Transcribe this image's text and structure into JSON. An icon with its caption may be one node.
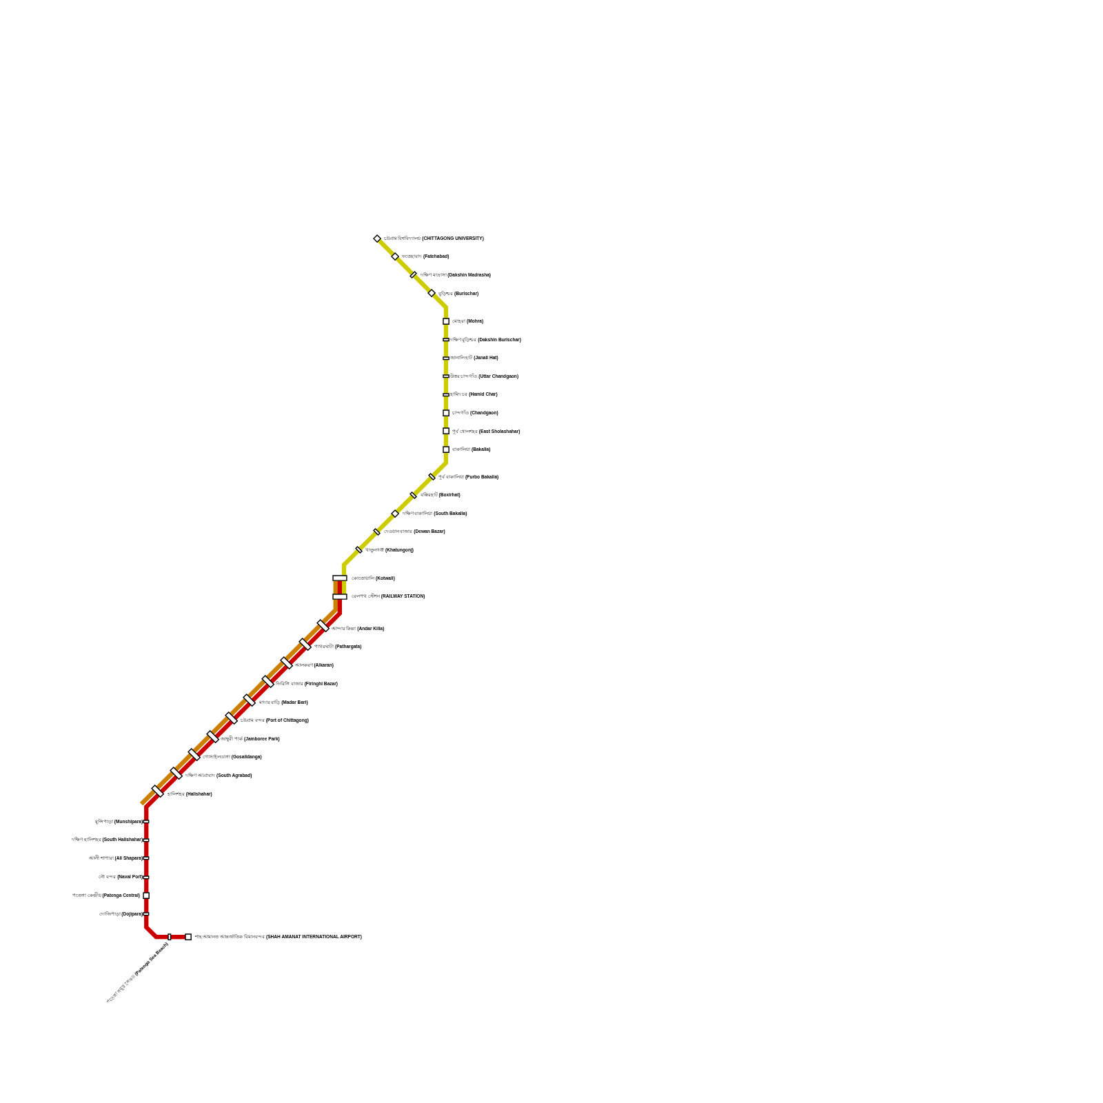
{
  "diagram": {
    "nodes": [
      {
        "text": [],
        "shape": "diamond",
        "beside": [
          "চট্টগ্রাম বিশ্ববিদ্যালয় **(CHITTAGONG UNIVERSITY)**"
        ]
      },
      {
        "text": [],
        "shape": "diamond",
        "beside": [
          "ফতেহাবাদ **(Fatehabad)**"
        ]
      },
      {
        "text": [],
        "shape": "bar",
        "beside": [
          "দক্ষিণ মাদ্রাসা **(Dakshin Madrasha)**"
        ]
      },
      {
        "text": [],
        "shape": "diamond",
        "beside": [
          "বুড়িশ্চর **(Burischar)**"
        ]
      },
      {
        "text": [],
        "shape": "box",
        "beside": [
          "মোহরা **(Mohra)**"
        ]
      },
      {
        "text": [],
        "shape": "bar",
        "beside": [
          "দক্ষিণ বুড়িশ্চর **(Dakshin Burischar)**"
        ]
      },
      {
        "text": [],
        "shape": "bar",
        "beside": [
          "জানালি হাট **(Janali Hat)**"
        ]
      },
      {
        "text": [],
        "shape": "bar",
        "beside": [
          "উত্তর চান্দগাঁও **(Uttar Chandgaon)**"
        ]
      },
      {
        "text": [],
        "shape": "bar",
        "beside": [
          "হামিদ চর **(Hamid Char)**"
        ]
      },
      {
        "text": [],
        "shape": "box",
        "beside": [
          "চান্দগাঁও **(Chandgaon)**"
        ]
      },
      {
        "text": [],
        "shape": "box",
        "beside": [
          "পূর্ব ষোলশহর **(East Sholashahar)**"
        ]
      },
      {
        "text": [],
        "shape": "box",
        "beside": [
          "বাকালিয়া **(Bakalia)**"
        ]
      },
      {
        "text": [],
        "shape": "bar",
        "beside": [
          "পূর্ব বাকালিয়া **(Purbo Bakalia)**"
        ]
      },
      {
        "text": [],
        "shape": "bar",
        "beside": [
          "বক্সিরহাট **(Boxirhat)**"
        ]
      },
      {
        "text": [],
        "shape": "diamond",
        "beside": [
          "দক্ষিণ বাকালিয়া **(South Bakalia)**"
        ]
      },
      {
        "text": [],
        "shape": "bar",
        "beside": [
          "দেওয়ান বাজার **(Dewan Bazar)**"
        ]
      },
      {
        "text": [],
        "shape": "bar",
        "beside": [
          "খাতুনগঞ্জ **(Khatungonj)**"
        ]
      },
      {
        "text": [],
        "shape": "bar",
        "beside": [
          "কোতোয়ালি **(Kotwali)**"
        ]
      },
      {
        "text": [],
        "shape": "bar",
        "beside": [
          "রেলপথ স্টেশন **(RAILWAY STATION)**"
        ]
      },
      {
        "text": [],
        "shape": "bar",
        "beside": [
          "আন্দার কিল্লা **(Andar Killa)**"
        ]
      },
      {
        "text": [],
        "shape": "bar",
        "beside": [
          "পাথরঘাটা **(Pathargata)**"
        ]
      },
      {
        "text": [],
        "shape": "bar",
        "beside": [
          "আলকরণ **(Alkaran)**"
        ]
      },
      {
        "text": [],
        "shape": "bar",
        "beside": [
          "ফিরিঙ্গি বাজার **(Firinghi Bazar)**"
        ]
      },
      {
        "text": [],
        "shape": "bar",
        "beside": [
          "মাদার বাড়ি **(Madar Bari)**"
        ]
      },
      {
        "text": [],
        "shape": "bar",
        "beside": [
          "চট্টগ্রাম বন্দর **(Port of Chittagong)**"
        ]
      },
      {
        "text": [],
        "shape": "bar",
        "beside": [
          "জাম্বুরী পার্ক **(Jamboree Park)**"
        ]
      },
      {
        "text": [],
        "shape": "bar",
        "beside": [
          "গোসাইলডাঙ্গা **(Gosaildanga)**"
        ]
      },
      {
        "text": [],
        "shape": "bar",
        "beside": [
          "দক্ষিণ আগ্রাবাদ **(South Agrabad)**"
        ]
      },
      {
        "text": [],
        "shape": "bar",
        "beside": [
          "হালিশহর **(Halishahar)**"
        ]
      },
      {
        "text": [],
        "shape": "bar",
        "beside": [
          "মুন্সিপাড়া **(Munshipara)**"
        ]
      },
      {
        "text": [],
        "shape": "bar",
        "beside": [
          "দক্ষিণ হালিশহর **(South Halishahar)**"
        ]
      },
      {
        "text": [],
        "shape": "bar",
        "beside": [
          "আলী শাপারা **(Ali Shapara)**"
        ]
      },
      {
        "text": [],
        "shape": "bar",
        "beside": [
          "নৌ বন্দর **(Naval Port)**"
        ]
      },
      {
        "text": [],
        "shape": "box",
        "beside": [
          "পতেঙ্গা কেন্দ্রীয় **(Patenga Central)**"
        ]
      },
      {
        "text": [],
        "shape": "bar",
        "beside": [
          "দোজিপাড়া **(Dojipara)**"
        ]
      },
      {
        "text": [],
        "shape": "bar",
        "beside": [
          "পতেঙ্গা সমুদ্র সৈকত **(Patenga Sea Beach)**"
        ]
      },
      {
        "text": [],
        "shape": "box",
        "beside": [
          "শাহ আমানত আন্তর্জাতিক বিমানবন্দর **(SHAH AMANAT INTERNATIONAL AIRPORT)**"
        ]
      }
    ],
    "edges": [
      {
        "from": 0,
        "to": 1,
        "arrow": "none",
        "color": "#cccc00"
      },
      {
        "from": 1,
        "to": 2,
        "arrow": "none",
        "color": "#cccc00"
      },
      {
        "from": 2,
        "to": 3,
        "arrow": "none",
        "color": "#cccc00"
      },
      {
        "from": 3,
        "to": 4,
        "arrow": "none",
        "color": "#cccc00"
      },
      {
        "from": 4,
        "to": 5,
        "arrow": "none",
        "color": "#cccc00"
      },
      {
        "from": 5,
        "to": 6,
        "arrow": "none",
        "color": "#cccc00"
      },
      {
        "from": 6,
        "to": 7,
        "arrow": "none",
        "color": "#cccc00"
      },
      {
        "from": 7,
        "to": 8,
        "arrow": "none",
        "color": "#cccc00"
      },
      {
        "from": 8,
        "to": 9,
        "arrow": "none",
        "color": "#cccc00"
      },
      {
        "from": 9,
        "to": 10,
        "arrow": "none",
        "color": "#cccc00"
      },
      {
        "from": 10,
        "to": 11,
        "arrow": "none",
        "color": "#cccc00"
      },
      {
        "from": 11,
        "to": 12,
        "arrow": "none",
        "color": "#cccc00"
      },
      {
        "from": 12,
        "to": 13,
        "arrow": "none",
        "color": "#cccc00"
      },
      {
        "from": 13,
        "to": 14,
        "arrow": "none",
        "color": "#cccc00"
      },
      {
        "from": 14,
        "to": 15,
        "arrow": "none",
        "color": "#cccc00"
      },
      {
        "from": 15,
        "to": 16,
        "arrow": "none",
        "color": "#cccc00"
      },
      {
        "from": 16,
        "to": 17,
        "arrow": "none",
        "color": "#cccc00"
      },
      {
        "from": 17,
        "to": 18,
        "arrow": "none",
        "color": "#cccc00"
      },
      {
        "from": 17,
        "to": 18,
        "arrow": "none",
        "color": "#cc8000"
      },
      {
        "from": 18,
        "to": 19,
        "arrow": "none",
        "color": "#cc8000"
      },
      {
        "from": 19,
        "to": 20,
        "arrow": "none",
        "color": "#cc8000"
      },
      {
        "from": 20,
        "to": 21,
        "arrow": "none",
        "color": "#cc8000"
      },
      {
        "from": 21,
        "to": 22,
        "arrow": "none",
        "color": "#cc8000"
      },
      {
        "from": 22,
        "to": 23,
        "arrow": "none",
        "color": "#cc8000"
      },
      {
        "from": 23,
        "to": 24,
        "arrow": "none",
        "color": "#cc8000"
      },
      {
        "from": 24,
        "to": 25,
        "arrow": "none",
        "color": "#cc8000"
      },
      {
        "from": 25,
        "to": 26,
        "arrow": "none",
        "color": "#cc8000"
      },
      {
        "from": 26,
        "to": 27,
        "arrow": "none",
        "color": "#cc8000"
      },
      {
        "from": 27,
        "to": 28,
        "arrow": "none",
        "color": "#cc8000"
      },
      {
        "from": 28,
        "to": null,
        "arrow": "none",
        "color": "#cc8000"
      },
      {
        "from": 17,
        "to": 18,
        "arrow": "none"
      },
      {
        "from": 18,
        "to": 19,
        "arrow": "none"
      },
      {
        "from": 19,
        "to": 20,
        "arrow": "none"
      },
      {
        "from": 20,
        "to": 21,
        "arrow": "none"
      },
      {
        "from": 21,
        "to": 22,
        "arrow": "none"
      },
      {
        "from": 22,
        "to": 23,
        "arrow": "none"
      },
      {
        "from": 23,
        "to": 24,
        "arrow": "none"
      },
      {
        "from": 24,
        "to": 25,
        "arrow": "none"
      },
      {
        "from": 25,
        "to": 26,
        "arrow": "none"
      },
      {
        "from": 26,
        "to": 27,
        "arrow": "none"
      },
      {
        "from": 27,
        "to": 28,
        "arrow": "none"
      },
      {
        "from": 28,
        "to": 29,
        "arrow": "none"
      },
      {
        "from": 29,
        "to": 30,
        "arrow": "none"
      },
      {
        "from": 30,
        "to": 31,
        "arrow": "none"
      },
      {
        "from": 31,
        "to": 32,
        "arrow": "none"
      },
      {
        "from": 32,
        "to": 33,
        "arrow": "none"
      },
      {
        "from": 33,
        "to": 34,
        "arrow": "none"
      },
      {
        "from": 34,
        "to": 35,
        "arrow": "none"
      },
      {
        "from": 35,
        "to": 36,
        "arrow": "none"
      }
    ]
  }
}
